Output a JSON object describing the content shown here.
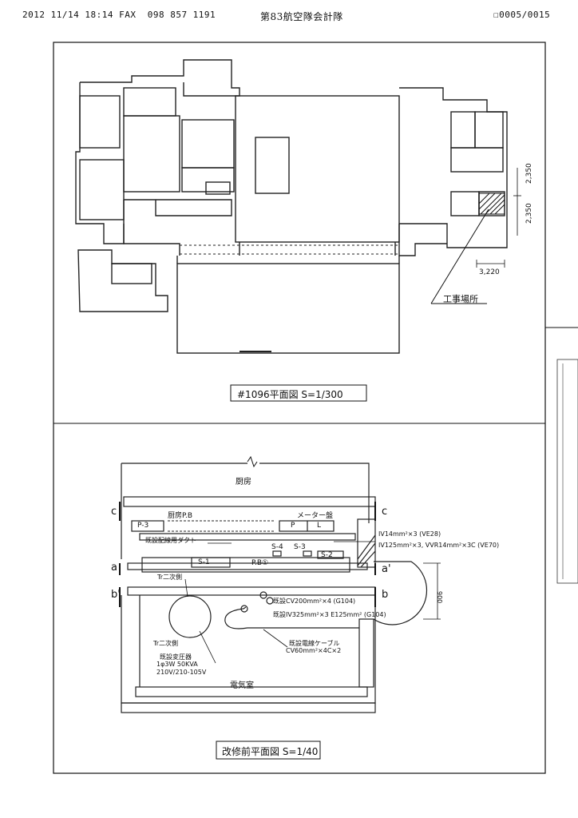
{
  "fax_header": {
    "datetime": "2012 11/14 18:14 FAX",
    "number": "098 857 1191",
    "organization": "第83航空隊会計隊",
    "page": "0005/0015"
  },
  "top_plan": {
    "title": "#1096平面図 S=1/300",
    "site_label": "工事場所",
    "dim_width": "3,220",
    "dim_h1": "2,350",
    "dim_h2": "2,350"
  },
  "bottom_plan": {
    "title": "改修前平面図 S=1/40",
    "kitchen": "厨房",
    "kitchen_pb": "厨房P.B",
    "meter_panel": "メーター盤",
    "p3": "P-3",
    "p": "P",
    "l": "L",
    "duct": "既設配線用ダクト",
    "s4": "S-4",
    "s3": "S-3",
    "s2": "S-2",
    "s1": "S-1",
    "pb1": "P.B①",
    "tr2_top": "Tr二次側",
    "tr2_bottom": "Tr二次側",
    "transformer": "既設変圧器",
    "transformer_spec1": "1φ3W 50KVA",
    "transformer_spec2": "210V/210-105V",
    "electrical_room": "電気室",
    "cable1": "IV14mm²×3 (VE28)",
    "cable2": "IV125mm²×3, VVR14mm²×3C (VE70)",
    "cable3": "既設CV200mm²×4 (G104)",
    "cable4": "既設IV325mm²×3 E125mm² (G104)",
    "cable5": "既設電線ケーブル",
    "cable6": "CV60mm²×4C×2",
    "dim_900": "900",
    "sec_c": "c",
    "sec_c2": "c",
    "sec_a": "a",
    "sec_a2": "a'",
    "sec_b": "b'",
    "sec_b2": "b"
  }
}
